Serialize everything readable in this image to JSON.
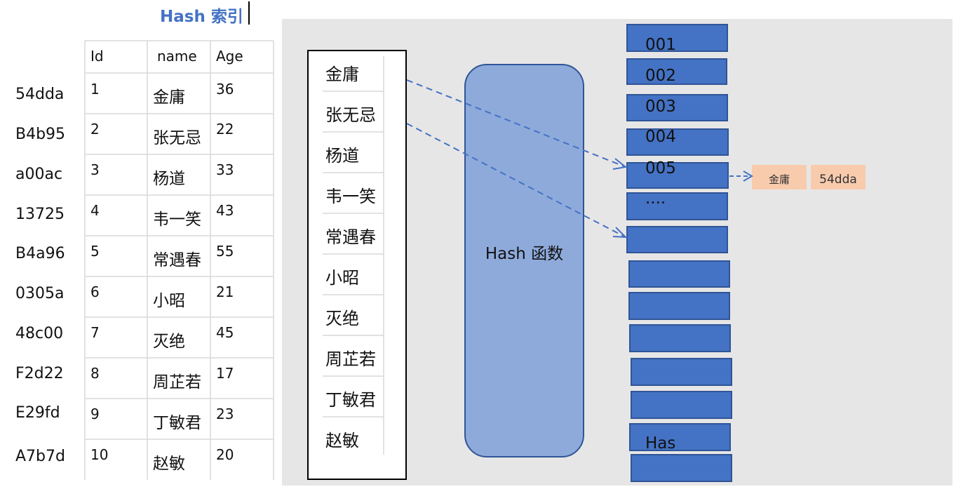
{
  "title": "Hash 索引",
  "table": {
    "headers": {
      "id": "Id",
      "name": "name",
      "age": "Age"
    },
    "rows": [
      {
        "key": "54dda",
        "id": "1",
        "name": "金庸",
        "age": "36"
      },
      {
        "key": "B4b95",
        "id": "2",
        "name": "张无忌",
        "age": "22"
      },
      {
        "key": "a00ac",
        "id": "3",
        "name": "杨道",
        "age": "33"
      },
      {
        "key": "13725",
        "id": "4",
        "name": "韦一笑",
        "age": "43"
      },
      {
        "key": "B4a96",
        "id": "5",
        "name": "常遇春",
        "age": "55"
      },
      {
        "key": "0305a",
        "id": "6",
        "name": "小昭",
        "age": "21"
      },
      {
        "key": "48c00",
        "id": "7",
        "name": "灭绝",
        "age": "45"
      },
      {
        "key": "F2d22",
        "id": "8",
        "name": "周芷若",
        "age": "17"
      },
      {
        "key": "E29fd",
        "id": "9",
        "name": "丁敏君",
        "age": "23"
      },
      {
        "key": "A7b7d",
        "id": "10",
        "name": "赵敏",
        "age": "20"
      }
    ]
  },
  "name_list": [
    "金庸",
    "张无忌",
    "杨道",
    "韦一笑",
    "常遇春",
    "小昭",
    "灭绝",
    "周芷若",
    "丁敏君",
    "赵敏"
  ],
  "hash_function": {
    "label": "Hash 函数"
  },
  "buckets": [
    "001",
    "002",
    "003",
    "004",
    "005",
    "....",
    "",
    "",
    "",
    "",
    "",
    "",
    "Has",
    ""
  ],
  "result": {
    "name": "金庸",
    "key": "54dda"
  },
  "colors": {
    "title": "#4472c4",
    "bucket_fill": "#4472c4",
    "bucket_border": "#2f5597",
    "hash_fill": "#8eaadb",
    "diagram_bg": "#e7e6e6",
    "result_fill": "#f8cbad",
    "arrow": "#4472c4"
  }
}
